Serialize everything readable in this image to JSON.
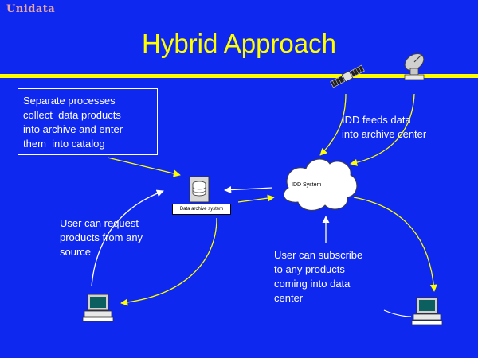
{
  "header": {
    "logo": "Unidata",
    "title": "Hybrid Approach"
  },
  "notes": {
    "separate_processes": "Separate processes\ncollect  data products\ninto archive and enter\nthem  into catalog",
    "idd_feeds": "IDD feeds data\ninto archive center",
    "user_request": "User can request\nproducts from any\nsource",
    "user_subscribe": "User can subscribe\nto any products\ncoming into data\ncenter"
  },
  "nodes": {
    "archive_label": "Data archive system",
    "idd_label": "IDD System"
  },
  "colors": {
    "background": "#0f28f0",
    "title": "#ffff00",
    "rule": "#ffff00",
    "text": "#ffffff",
    "arrow_yellow": "#ffff00",
    "arrow_white": "#ffffff",
    "logo": "#e8a8a8"
  },
  "icons": [
    "satellite-icon",
    "satellite-dish-icon",
    "database-disk-icon",
    "cloud-icon",
    "computer-icon"
  ]
}
